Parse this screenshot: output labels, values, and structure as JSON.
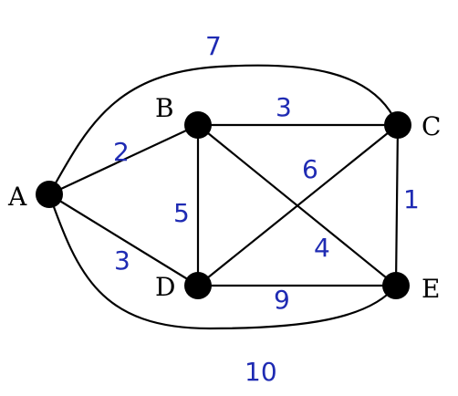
{
  "graph": {
    "nodes": [
      {
        "id": "A",
        "label": "A"
      },
      {
        "id": "B",
        "label": "B"
      },
      {
        "id": "C",
        "label": "C"
      },
      {
        "id": "D",
        "label": "D"
      },
      {
        "id": "E",
        "label": "E"
      }
    ],
    "edges": [
      {
        "from": "A",
        "to": "C",
        "weight": "7"
      },
      {
        "from": "B",
        "to": "C",
        "weight": "3"
      },
      {
        "from": "A",
        "to": "B",
        "weight": "2"
      },
      {
        "from": "C",
        "to": "D",
        "weight": "6"
      },
      {
        "from": "B",
        "to": "D",
        "weight": "5"
      },
      {
        "from": "C",
        "to": "E",
        "weight": "1"
      },
      {
        "from": "B",
        "to": "E",
        "weight": "4"
      },
      {
        "from": "A",
        "to": "D",
        "weight": "3"
      },
      {
        "from": "D",
        "to": "E",
        "weight": "9"
      },
      {
        "from": "A",
        "to": "E",
        "weight": "10"
      }
    ]
  },
  "colors": {
    "node": "#000000",
    "edge": "#000000",
    "weight_text": "#1f2bb3",
    "background": "#ffffff"
  }
}
